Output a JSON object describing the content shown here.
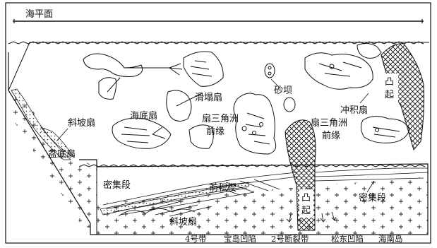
{
  "title": "海平面",
  "labels": {
    "slump_fan": "滑塌扇",
    "sand_bar": "砂坝",
    "submarine_fan": "海底扇",
    "slope_fan_upper": "斜坡扇",
    "basin_floor_fan": "盆底扇",
    "fan_delta_front_mid_1": "扇三角洲",
    "fan_delta_front_mid_2": "前缘",
    "fan_delta_front_right_1": "扇三角洲",
    "fan_delta_front_right_2": "前缘",
    "alluvial_fan": "冲积扇",
    "uplift_upper_1": "凸",
    "uplift_upper_2": "起",
    "condensed_left": "密集段",
    "progradational_wedge": "前积楔",
    "uplift_lower_1": "凸",
    "uplift_lower_2": "起",
    "condensed_right": "密集段",
    "slope_fan_lower": "斜坡扇"
  },
  "caption": [
    "4号带",
    "宝岛凹陷",
    "2号断裂带",
    "松东凹陷",
    "海南岛"
  ]
}
